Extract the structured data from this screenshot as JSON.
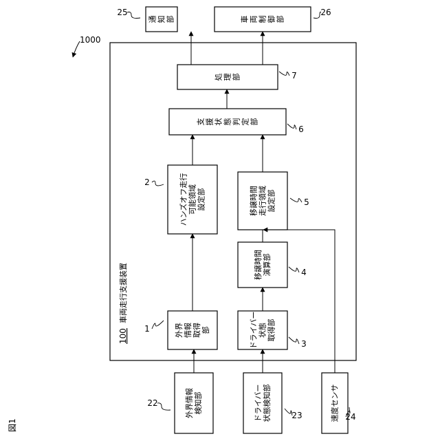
{
  "figure_label": "図1",
  "system_ref": "1000",
  "apparatus": {
    "ref": "100",
    "title": "車両走行支援装置"
  },
  "blocks": {
    "notification": {
      "ref": "25",
      "lines": [
        "通",
        "知",
        "部"
      ]
    },
    "vehicle_control": {
      "ref": "26",
      "lines": [
        "車",
        "両",
        "制",
        "御",
        "部"
      ]
    },
    "processing": {
      "ref": "7",
      "lines": [
        "処",
        "理",
        "部"
      ]
    },
    "support_state": {
      "ref": "6",
      "lines": [
        "支",
        "援",
        "状",
        "態",
        "判",
        "定",
        "部"
      ]
    },
    "handsoff_area": {
      "ref": "2",
      "lines": [
        "ハンズオフ走行",
        "可能領域",
        "設定部"
      ]
    },
    "transfer_area": {
      "ref": "5",
      "lines": [
        "移譲時間",
        "走行領域",
        "設定部"
      ]
    },
    "transfer_calc": {
      "ref": "4",
      "lines": [
        "移譲時間",
        "演算部"
      ]
    },
    "external_info": {
      "ref": "1",
      "lines": [
        "外界",
        "情報",
        "取得",
        "部"
      ]
    },
    "driver_state": {
      "ref": "3",
      "lines": [
        "ドライバー",
        "状態",
        "取得部"
      ]
    },
    "external_detect": {
      "ref": "22",
      "lines": [
        "外界情報",
        "検知部"
      ]
    },
    "driver_detect": {
      "ref": "23",
      "lines": [
        "ドライバー",
        "状態検知部"
      ]
    },
    "speed_sensor": {
      "ref": "24",
      "lines": [
        "速度センサ"
      ]
    }
  }
}
